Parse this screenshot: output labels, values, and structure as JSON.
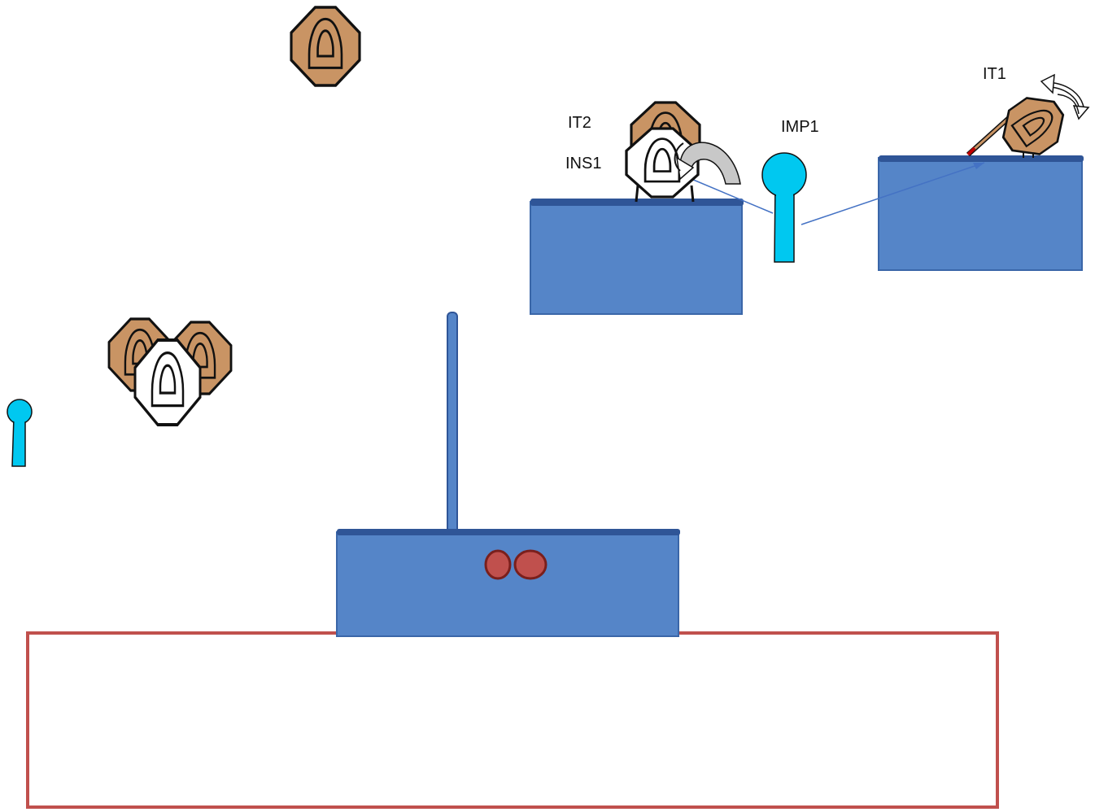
{
  "labels": {
    "it1": "IT1",
    "it2": "IT2",
    "ins1": "INS1",
    "imp1": "IMP1"
  },
  "colors": {
    "box_fill": "#5585c8",
    "box_top": "#2f5597",
    "box_edge": "#3a66a8",
    "target_fill": "#c99464",
    "target_white": "#ffffff",
    "target_stroke": "#111111",
    "popper": "#00c8f0",
    "frame": "#c0504d",
    "button": "#c0504d",
    "link_line": "#4472c4",
    "rotate_arrow": "#c8c8c8"
  },
  "icons": {
    "popper": "popper-icon",
    "target": "target-icon",
    "rotate": "rotate-arrow-icon",
    "swing": "swing-arrow-icon"
  }
}
